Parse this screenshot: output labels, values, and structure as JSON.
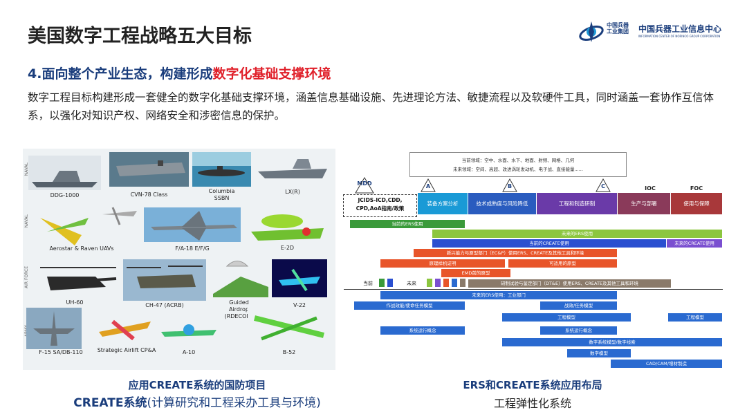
{
  "slide": {
    "title": "美国数字工程战略五大目标",
    "subtitle_prefix": "4.面向整个产业生态，构建形成",
    "subtitle_highlight": "数字化基础支撑环境",
    "description": "数字工程目标构建形成一套健全的数字化基础支撑环境，涵盖信息基础设施、先进理论方法、敏捷流程以及软硬件工具，同时涵盖一套协作互信体系，以强化对知识产权、网络安全和涉密信息的保护。"
  },
  "logo": {
    "short_name_line1": "中国兵器",
    "short_name_line2": "工业集团",
    "full_name": "中国兵器工业信息中心",
    "english": "INFORMATION CENTER OF NORINCO GROUP CORPORATION"
  },
  "left_panel": {
    "row_labels": [
      "NAVAL",
      "NAVAL",
      "AIR FORCE",
      "ARMY"
    ],
    "items": [
      {
        "caption": "DDG-1000"
      },
      {
        "caption": "CVN-78 Class"
      },
      {
        "caption": "Columbia\nSSBN"
      },
      {
        "caption": "LX(R)"
      },
      {
        "caption": "Aerostar & Raven UAVs"
      },
      {
        "caption": "F/A-18 E/F/G"
      },
      {
        "caption": "E-2D"
      },
      {
        "caption": "UH-60"
      },
      {
        "caption": "CH-47 (ACRB)"
      },
      {
        "caption": "Guided\nAirdrop\n(RDECOM)"
      },
      {
        "caption": "V-22"
      },
      {
        "caption": "F-15 SA/DB-110"
      },
      {
        "caption": "Strategic Airlift CP&A"
      },
      {
        "caption": "A-10"
      },
      {
        "caption": "B-52"
      }
    ],
    "caption_line1": "应用CREATE系统的国防项目",
    "caption_line2_bold": "CREATE系统",
    "caption_line2_rest": "(计算研究和工程采办工具与环境)"
  },
  "right_panel": {
    "domains_box": {
      "line1": "当前领域：空中、水面、水下、地面、射频、网格、几何",
      "line2": "未来领域：空间、高超、改进涡轮发动机、电子战、直接能量......"
    },
    "milestones": [
      "MDD",
      "A",
      "B",
      "C",
      "IOC",
      "FOC"
    ],
    "mdd_box": "JCIDS-ICD,CDD,\nCPD,AoA指南/政策",
    "phases": [
      {
        "label": "装备方案分析",
        "color": "#1a9ad6"
      },
      {
        "label": "技术成熟度与风险降低",
        "color": "#2a5cbf"
      },
      {
        "label": "工程和制造研制",
        "color": "#6a3aa8"
      },
      {
        "label": "生产与部署",
        "color": "#8a3a5a"
      },
      {
        "label": "使用与保障",
        "color": "#a8383a"
      }
    ],
    "bars": [
      {
        "label": "当前的ERS使用",
        "color": "#3a9a3a"
      },
      {
        "label": "未来的ERS使用",
        "color": "#8cc63f"
      },
      {
        "label": "当前的CREATE使用",
        "color": "#2a4fd0"
      },
      {
        "label": "未来的CREATE使用",
        "color": "#7a4fd0"
      },
      {
        "label": "新兴能力与原型部门（EC&P）使用ERS、CREATE及其他工具和环境",
        "color": "#e8552a"
      },
      {
        "label": "原理样机证明",
        "color": "#e8552a"
      },
      {
        "label": "可适用的原型",
        "color": "#e8552a"
      },
      {
        "label": "EMD前的原型",
        "color": "#e8552a"
      },
      {
        "label": "研制试验与鉴定部门（DT&E）使用ERS、CREATE及其他工具和环境",
        "color": "#8a7a6a"
      },
      {
        "label": "未来的ERS使用：工业部门",
        "color": "#2a6ad0"
      },
      {
        "label": "作战效能/使命任务模型",
        "color": "#2a6ad0"
      },
      {
        "label": "战效/任务模型",
        "color": "#2a6ad0"
      },
      {
        "label": "工程模型",
        "color": "#2a6ad0"
      },
      {
        "label": "工程模型",
        "color": "#2a6ad0"
      },
      {
        "label": "系统运行概念",
        "color": "#2a6ad0"
      },
      {
        "label": "系统运行概念",
        "color": "#2a6ad0"
      },
      {
        "label": "数字系统模型/数字线索",
        "color": "#2a6ad0"
      },
      {
        "label": "数字模型",
        "color": "#2a6ad0"
      },
      {
        "label": "CAD/CAM/增材制造",
        "color": "#2a6ad0"
      }
    ],
    "legend_current": "当前",
    "legend_future": "未来",
    "caption_line1": "ERS和CREATE系统应用布局",
    "caption_line2": "工程弹性化系统"
  }
}
